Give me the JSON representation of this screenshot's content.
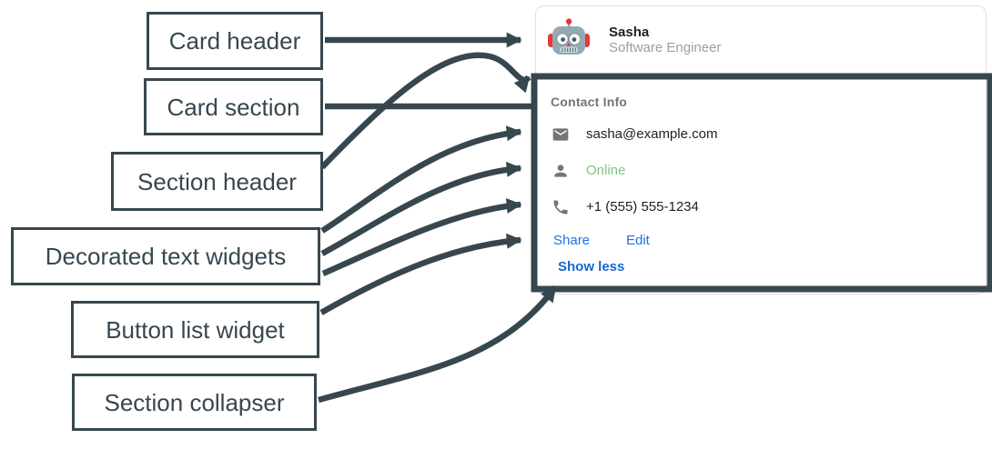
{
  "diagram": {
    "labels": [
      {
        "text": "Card header"
      },
      {
        "text": "Card section"
      },
      {
        "text": "Section header"
      },
      {
        "text": "Decorated text widgets"
      },
      {
        "text": "Button list widget"
      },
      {
        "text": "Section collapser"
      }
    ]
  },
  "card": {
    "header": {
      "avatar_icon": "robot-avatar",
      "title": "Sasha",
      "subtitle": "Software Engineer"
    },
    "section": {
      "title": "Contact Info",
      "rows": [
        {
          "icon": "email-icon",
          "text": "sasha@example.com"
        },
        {
          "icon": "person-icon",
          "text": "Online"
        },
        {
          "icon": "phone-icon",
          "text": "+1 (555) 555-1234"
        }
      ],
      "buttons": [
        {
          "label": "Share"
        },
        {
          "label": "Edit"
        }
      ],
      "collapser_label": "Show less"
    }
  },
  "colors": {
    "annotation": "#37474f",
    "card_border": "#e0e0e0",
    "title_text": "#212121",
    "subtitle_text": "#9e9e9e",
    "section_title_text": "#757575",
    "row_text": "#212121",
    "online_status": "#81c784",
    "link_text": "#1a73e8",
    "collapser_text": "#1967d2",
    "icon_gray": "#757575"
  }
}
